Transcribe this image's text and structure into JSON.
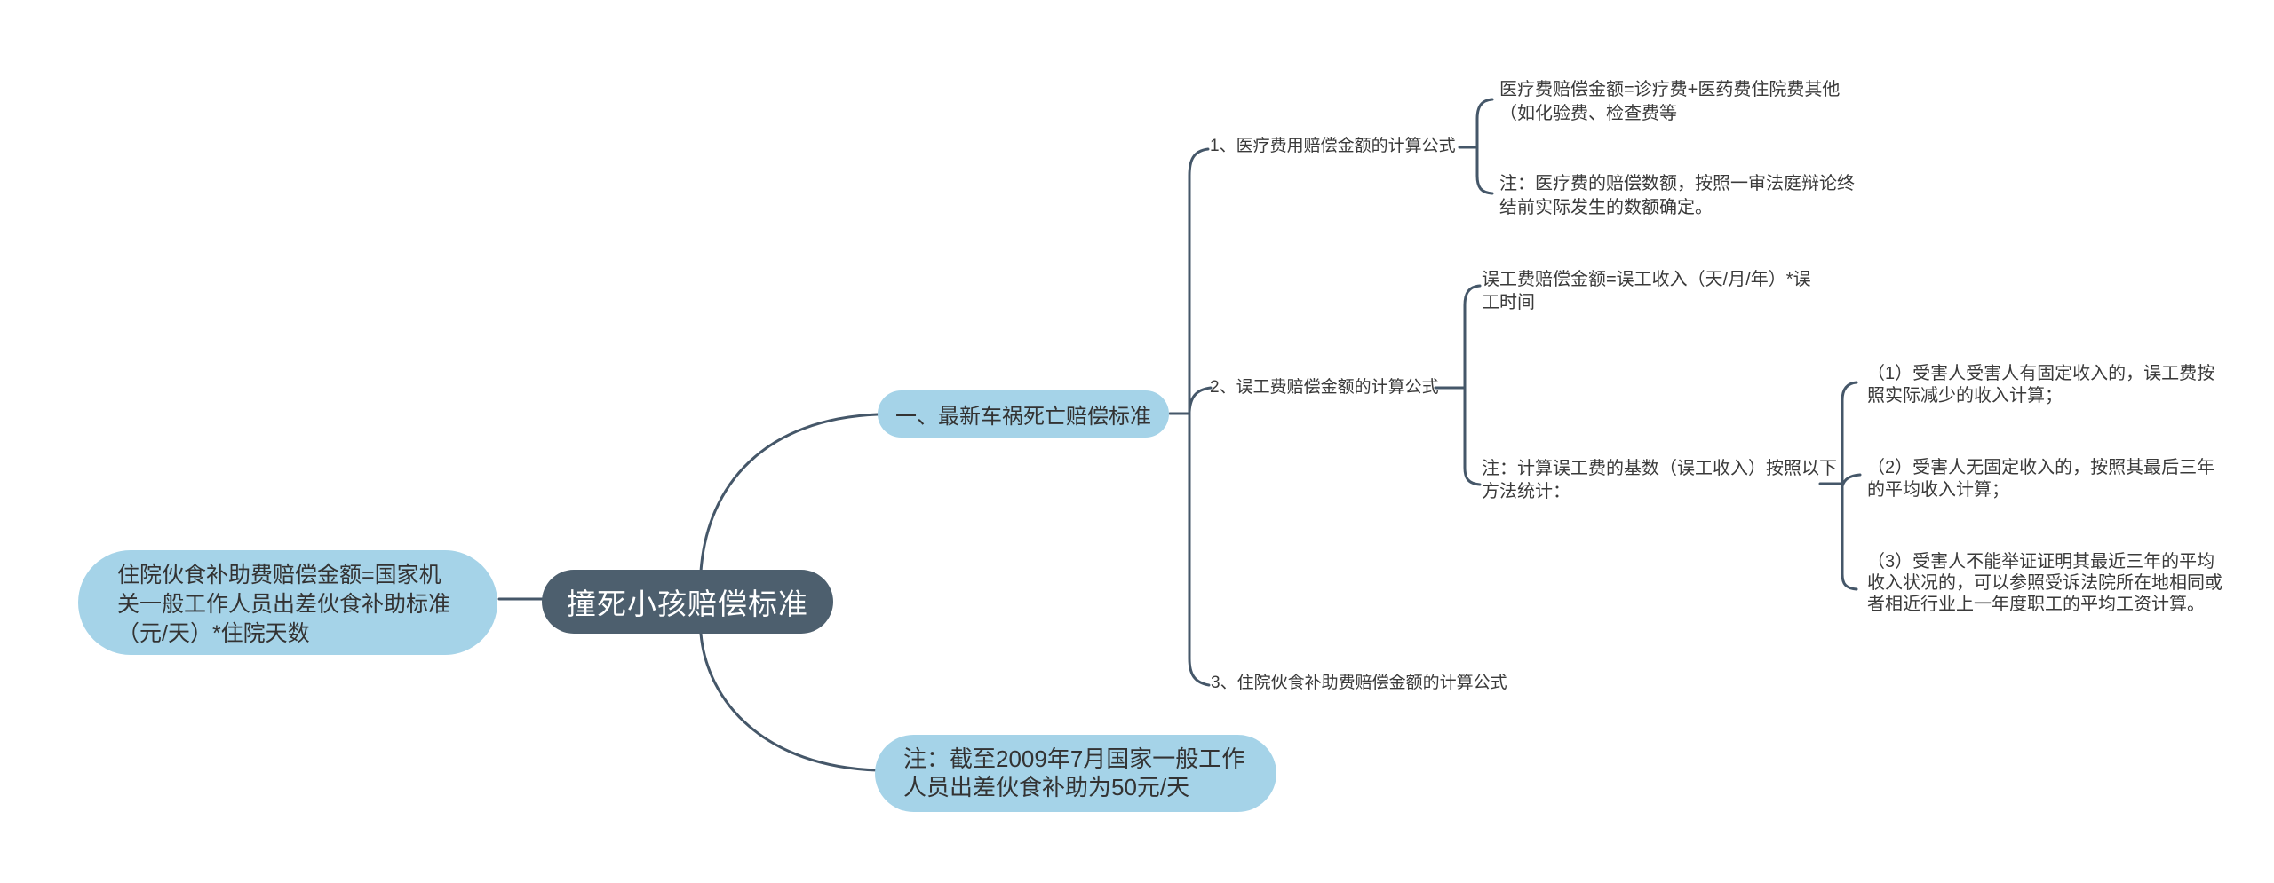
{
  "colors": {
    "root_node_bg": "#4d5f6e",
    "topic_node_bg": "#a5d3e8",
    "connector_line": "#455769",
    "text": "#3a3a3a"
  },
  "root": {
    "label": "撞死小孩赔偿标准"
  },
  "left_node": {
    "lines": [
      "住院伙食补助费赔偿金额=国家机",
      "关一般工作人员出差伙食补助标准",
      "（元/天）*住院天数"
    ]
  },
  "main_topic": {
    "label": "一、最新车祸死亡赔偿标准"
  },
  "note_node": {
    "lines": [
      "注：截至2009年7月国家一般工作",
      "人员出差伙食补助为50元/天"
    ]
  },
  "items": {
    "item1": {
      "label": "1、医疗费用赔偿金额的计算公式",
      "formula": {
        "lines": [
          "医疗费赔偿金额=诊疗费+医药费住院费其他",
          "（如化验费、检查费等"
        ]
      },
      "note": {
        "lines": [
          "注：医疗费的赔偿数额，按照一审法庭辩论终",
          "结前实际发生的数额确定。"
        ]
      }
    },
    "item2": {
      "label": "2、误工费赔偿金额的计算公式",
      "formula": {
        "lines": [
          "误工费赔偿金额=误工收入（天/月/年）*误",
          "工时间"
        ]
      },
      "note": {
        "lines": [
          "注：计算误工费的基数（误工收入）按照以下",
          "方法统计："
        ]
      },
      "methods": [
        {
          "lines": [
            "（1）受害人受害人有固定收入的，误工费按",
            "照实际减少的收入计算；"
          ]
        },
        {
          "lines": [
            "（2）受害人无固定收入的，按照其最后三年",
            "的平均收入计算；"
          ]
        },
        {
          "lines": [
            "（3）受害人不能举证证明其最近三年的平均",
            "收入状况的，可以参照受诉法院所在地相同或",
            "者相近行业上一年度职工的平均工资计算。"
          ]
        }
      ]
    },
    "item3": {
      "label": "3、住院伙食补助费赔偿金额的计算公式"
    }
  }
}
